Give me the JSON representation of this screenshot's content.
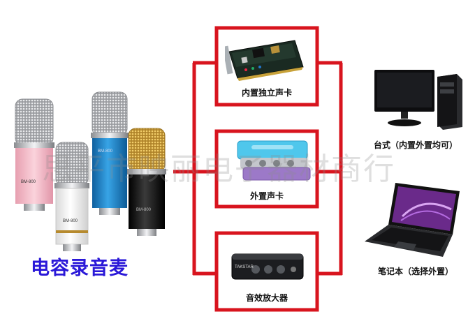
{
  "title": "电容录音麦",
  "watermark": "思平市映丽电子器材商行",
  "mic_model": "BM-800",
  "boxes": [
    {
      "label": "内置独立声卡",
      "icon": "pci-sound-card-icon"
    },
    {
      "label": "外置声卡",
      "icon": "external-sound-card-icon"
    },
    {
      "label": "音效放大器",
      "icon": "audio-amplifier-icon"
    }
  ],
  "devices": [
    {
      "label": "台式（内置外置均可）",
      "icon": "desktop-computer-icon"
    },
    {
      "label": "笔记本（选择外置）",
      "icon": "laptop-icon"
    }
  ],
  "amp_brand": "TAKSTAR",
  "colors": {
    "connector": "#d8141e",
    "title": "#2a18d8",
    "mic_pink": "#f4b9c6",
    "mic_white": "#f2f2f2",
    "mic_blue": "#1f86cf",
    "mic_black": "#151515",
    "grille_gold": "#d9aa3a",
    "grille_silver": "#c7c9cc"
  }
}
